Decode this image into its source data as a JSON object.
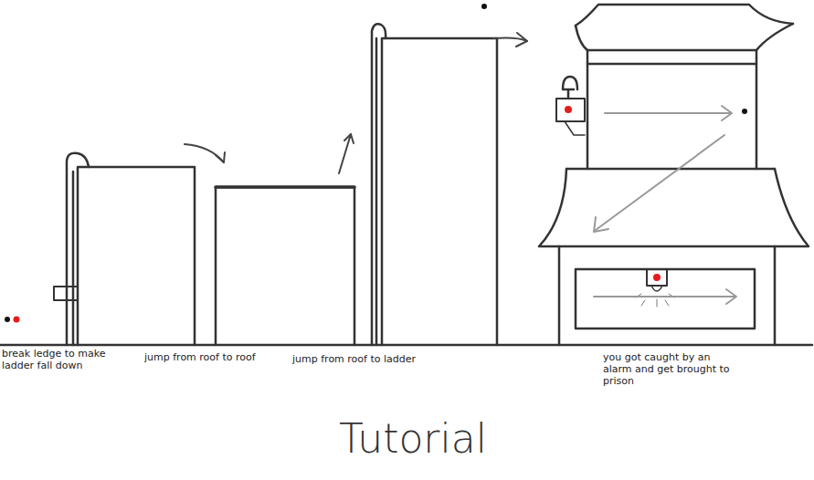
{
  "diagram": {
    "title": "Tutorial",
    "labels": [
      "break ledge to make ladder fall down",
      "jump from roof to roof",
      "jump from roof to ladder",
      "you got caught by an alarm and get brought to prison"
    ]
  }
}
